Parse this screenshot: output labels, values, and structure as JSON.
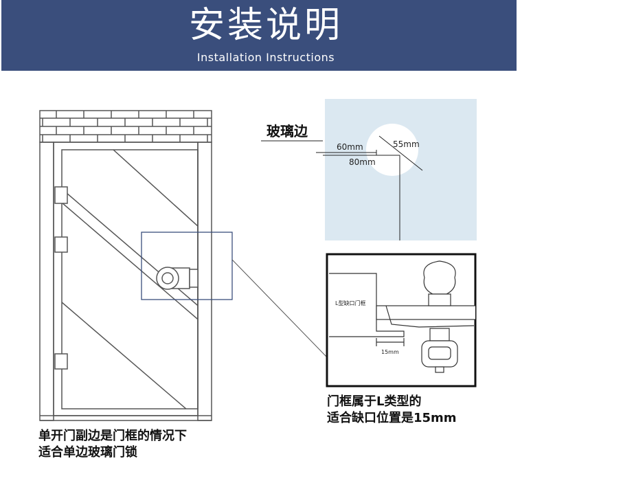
{
  "header": {
    "title": "安装说明",
    "subtitle": "Installation Instructions",
    "background_color": "#3a4e7c"
  },
  "glass_panel": {
    "label": "玻璃边",
    "dim_60": "60mm",
    "dim_80": "80mm",
    "dim_55": "55mm",
    "background_color": "#dbe8f1"
  },
  "detail_view": {
    "frame_label": "L型缺口门框",
    "dim_15": "15mm"
  },
  "captions": {
    "door_line1": "单开门副边是门框的情况下",
    "door_line2": "适合单边玻璃门锁",
    "detail_line1": "门框属于L类型的",
    "detail_line2": "适合缺口位置是15mm"
  }
}
